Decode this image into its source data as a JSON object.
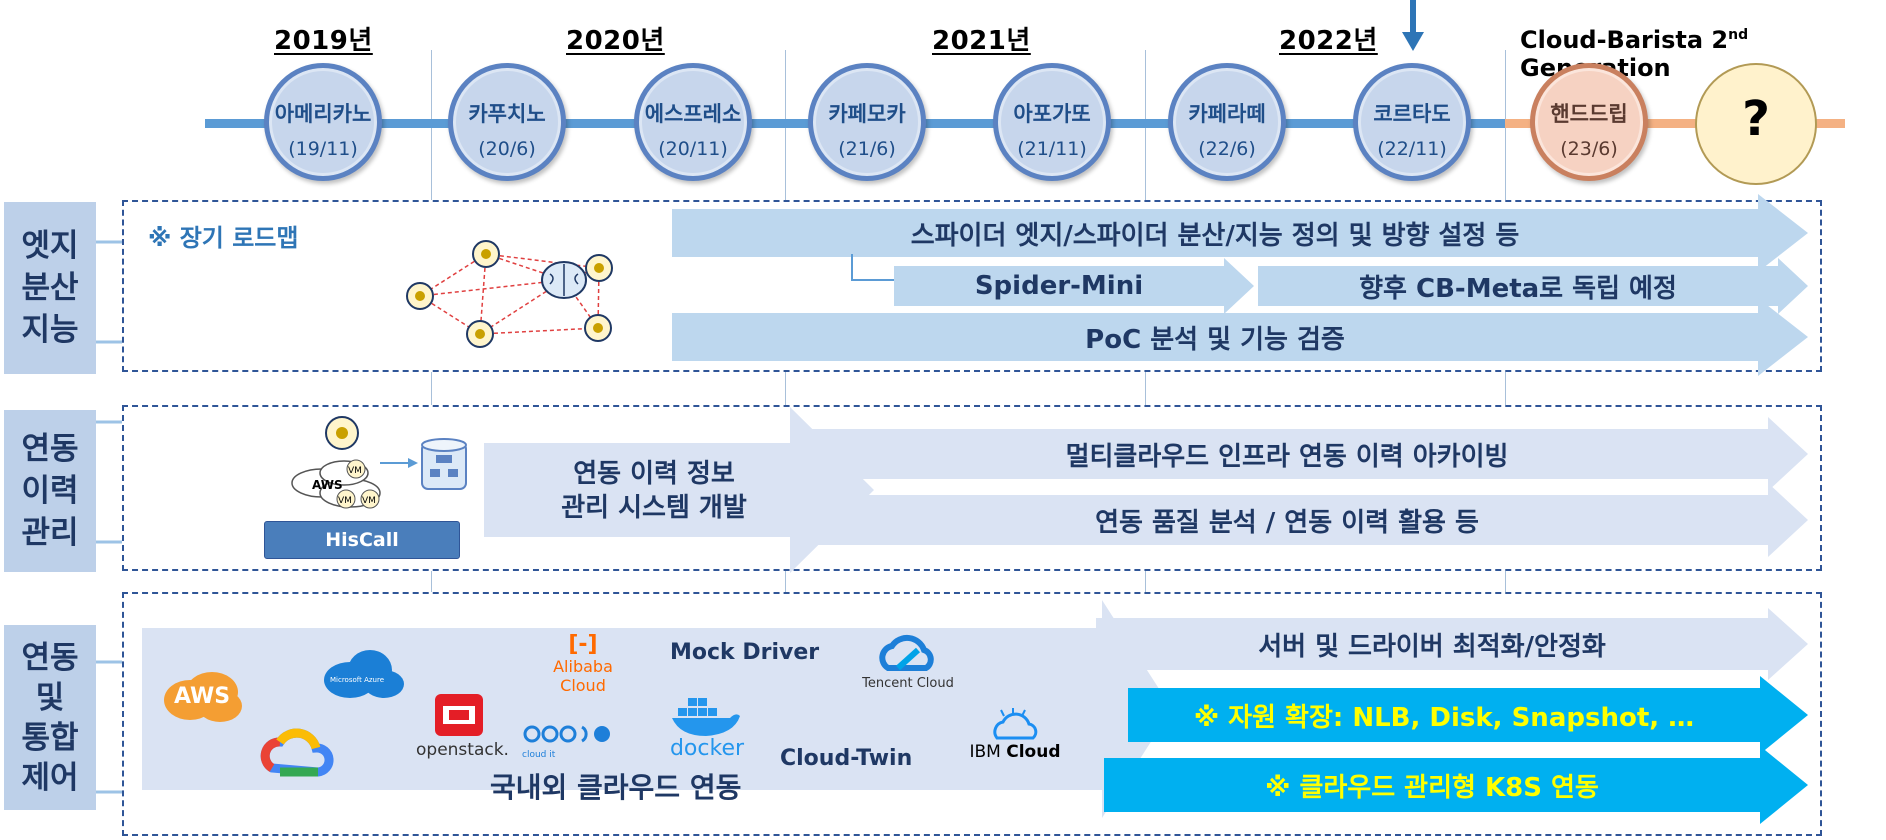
{
  "timeline": {
    "years": [
      "2019년",
      "2020년",
      "2021년",
      "2022년"
    ],
    "next_gen_label_prefix": "Cloud-Barista 2",
    "next_gen_label_sup": "nd",
    "next_gen_label_suffix": " Generation",
    "releases": [
      {
        "name": "아메리카노",
        "date": "(19/11)"
      },
      {
        "name": "카푸치노",
        "date": "(20/6)"
      },
      {
        "name": "에스프레소",
        "date": "(20/11)"
      },
      {
        "name": "카페모카",
        "date": "(21/6)"
      },
      {
        "name": "아포가또",
        "date": "(21/11)"
      },
      {
        "name": "카페라떼",
        "date": "(22/6)"
      },
      {
        "name": "코르타도",
        "date": "(22/11)"
      },
      {
        "name": "핸드드립",
        "date": "(23/6)"
      }
    ],
    "unknown_label": "?",
    "colors": {
      "line": "#5b9bd5",
      "future_line": "#f4b183",
      "node_border": "#5b82c2"
    }
  },
  "edge": {
    "side_label": [
      "엣지",
      "분산",
      "지능"
    ],
    "note": "※ 장기 로드맵",
    "arrow1": "스파이더 엣지/스파이더 분산/지능 정의 및 방향 설정 등",
    "arrow2": "Spider-Mini",
    "arrow3": "향후 CB-Meta로 독립 예정",
    "arrow4": "PoC 분석 및 기능 검증"
  },
  "history": {
    "side_label": [
      "연동",
      "이력",
      "관리"
    ],
    "hiscall_label": "HisCall",
    "aws_label": "AWS",
    "vm_label": "VM",
    "dev_arrow": [
      "연동 이력 정보",
      "관리 시스템 개발"
    ],
    "arrow1": "멀티클라우드 인프라 연동 이력 아카이빙",
    "arrow2": "연동 품질 분석 / 연동 이력 활용 등"
  },
  "integration": {
    "side_label": [
      "연동",
      "및",
      "통합",
      "제어"
    ],
    "providers": {
      "aws": "AWS",
      "azure": "Microsoft Azure",
      "alibaba": "Alibaba Cloud",
      "mock": "Mock Driver",
      "tencent": "Tencent Cloud",
      "openstack": "openstack.",
      "cloudit": "cloud it",
      "docker": "docker",
      "cloudtwin": "Cloud-Twin",
      "ibm_prefix": "IBM ",
      "ibm_suffix": "Cloud"
    },
    "main_arrow": "국내외 클라우드 연동",
    "arrow1": "서버 및 드라이버 최적화/안정화",
    "arrow2": "※ 자원 확장: NLB, Disk, Snapshot, …",
    "arrow3": "※ 클라우드 관리형 K8S 연동",
    "colors": {
      "highlight": "#00b0f0",
      "highlight_text": "#ffff00"
    }
  }
}
